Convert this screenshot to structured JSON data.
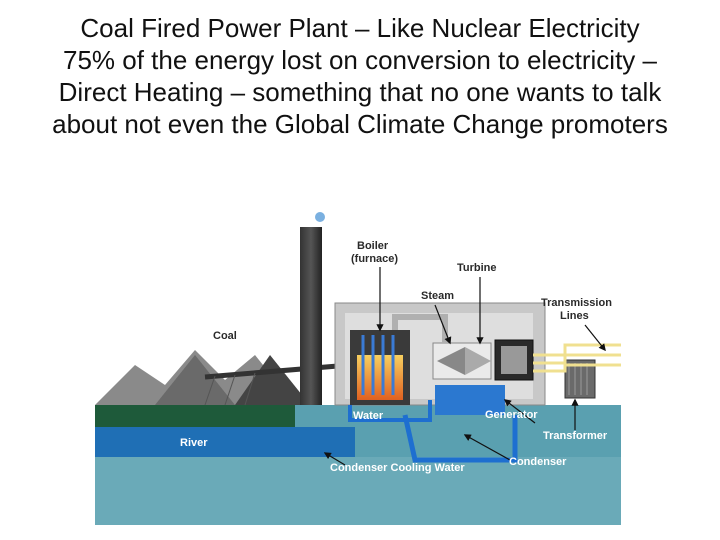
{
  "title": {
    "lines": [
      "Coal Fired Power Plant – Like Nuclear Electricity",
      "75% of the energy lost on conversion to electricity –",
      "Direct Heating – something that no one wants to talk",
      "about not even the Global Climate Change promoters"
    ]
  },
  "diagram": {
    "labels": {
      "boiler_line1": "Boiler",
      "boiler_line2": "(furnace)",
      "turbine": "Turbine",
      "steam": "Steam",
      "transmission_line1": "Transmission",
      "transmission_line2": "Lines",
      "coal": "Coal",
      "water": "Water",
      "generator": "Generator",
      "river": "River",
      "transformer": "Transformer",
      "condenser": "Condenser",
      "condenser_cooling_water": "Condenser Cooling Water"
    },
    "colors": {
      "sky": "#ffffff",
      "ground": "#1e5a3a",
      "river": "#1f6fb5",
      "water_lower": "#5aa0b0",
      "building": "#c8c8c8",
      "coal": "#555555",
      "fire": "#f0a030",
      "pipe": "#1e6fd0",
      "transmission": "#f0e090"
    }
  }
}
